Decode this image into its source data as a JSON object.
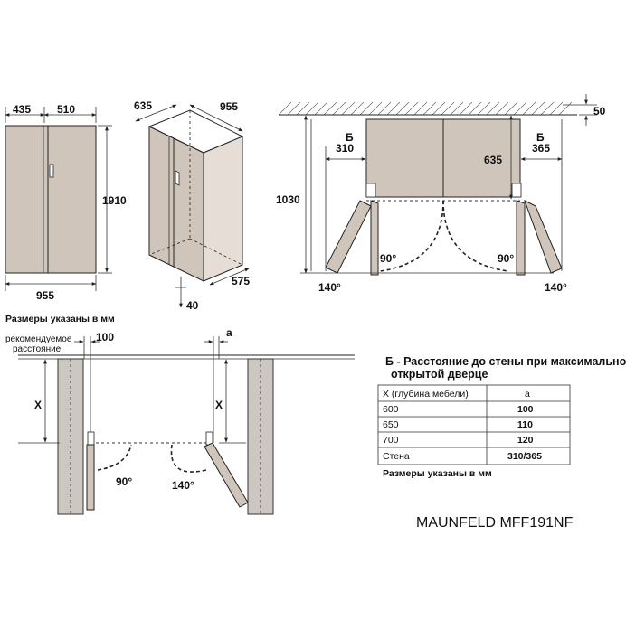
{
  "front_view": {
    "width_left": "435",
    "width_right": "510",
    "height": "1910",
    "width_total": "955"
  },
  "iso_view": {
    "depth": "635",
    "width": "955",
    "depth_bottom": "575",
    "clearance": "40"
  },
  "top_view": {
    "wall_gap": "50",
    "left_label_letter": "Б",
    "left_label_value": "310",
    "right_label_letter": "Б",
    "right_label_value": "365",
    "cabinet_depth": "635",
    "open_depth": "1030",
    "angle_left_inner": "90°",
    "angle_right_inner": "90°",
    "angle_left_outer": "140°",
    "angle_right_outer": "140°"
  },
  "note_mm_1": "Размеры указаны в мм",
  "install_view": {
    "recommended_label_line1": "рекомендуемое",
    "recommended_label_line2": "расстояние",
    "recommended_value": "100",
    "gap_letter": "a",
    "x_left": "X",
    "x_right": "X",
    "angle_90": "90°",
    "angle_140": "140°"
  },
  "legend": {
    "title_line1": "Б - Расстояние до стены при максимально",
    "title_line2": "открытой дверце",
    "columns": [
      "X (глубина мебели)",
      "a"
    ],
    "rows": [
      [
        "600",
        "100"
      ],
      [
        "650",
        "110"
      ],
      [
        "700",
        "120"
      ],
      [
        "Стена",
        "310/365"
      ]
    ]
  },
  "note_mm_2": "Размеры указаны в мм",
  "model_name": "MAUNFELD MFF191NF"
}
